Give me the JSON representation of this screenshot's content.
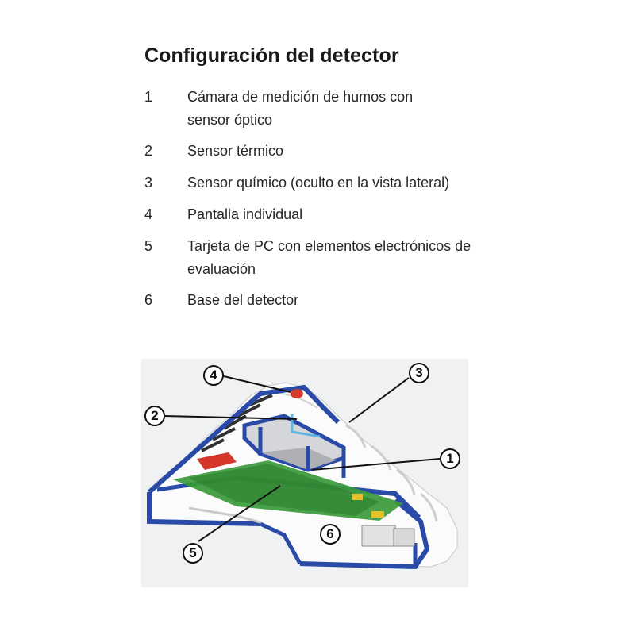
{
  "page": {
    "title": "Configuración del detector"
  },
  "items": [
    {
      "num": "1",
      "text": "Cámara de medición de humos con sensor óptico"
    },
    {
      "num": "2",
      "text": "Sensor térmico"
    },
    {
      "num": "3",
      "text": "Sensor químico (oculto en la vista lateral)"
    },
    {
      "num": "4",
      "text": "Pantalla individual"
    },
    {
      "num": "5",
      "text": "Tarjeta de PC con elementos electrónicos de evaluación"
    },
    {
      "num": "6",
      "text": "Base del detector"
    }
  ],
  "figure": {
    "callouts": [
      "1",
      "2",
      "3",
      "4",
      "5",
      "6"
    ],
    "colors": {
      "housing_blue": "#2a4aa8",
      "board_green": "#3a9a3a",
      "shell_white": "#fbfbfb",
      "indicator_red": "#d43a2a"
    }
  }
}
